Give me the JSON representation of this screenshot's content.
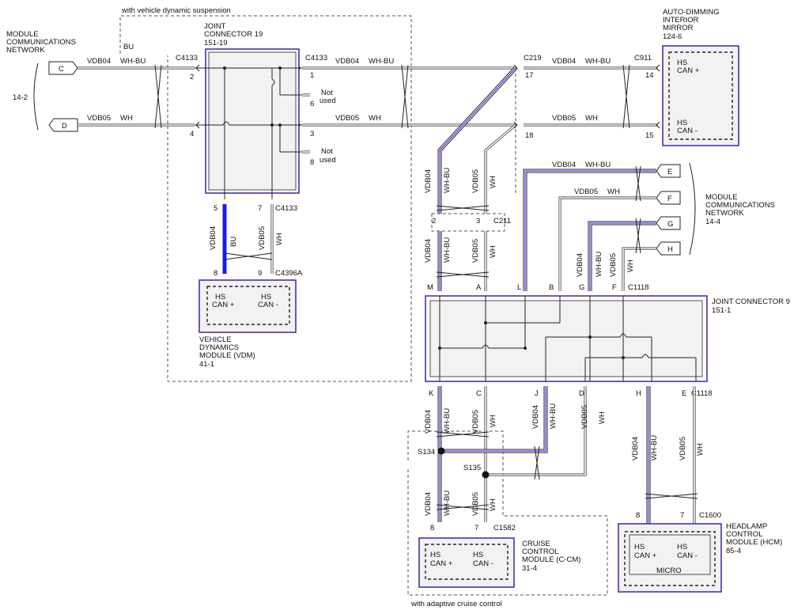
{
  "labels": {
    "with_vds": "with vehicle dynamic suspension",
    "with_acc": "with adaptive cruise control",
    "mcn_left": [
      "MODULE",
      "COMMUNICATIONS",
      "NETWORK"
    ],
    "mcn_left_ref": "14-2",
    "mcn_right": [
      "MODULE",
      "COMMUNICATIONS",
      "NETWORK"
    ],
    "mcn_right_ref": "14-4",
    "bu_tag": "BU"
  },
  "components": {
    "jc19": {
      "name": [
        "JOINT",
        "CONNECTOR 19"
      ],
      "ref": "151-19"
    },
    "jc9": {
      "name": [
        "JOINT CONNECTOR 9"
      ],
      "ref": "151-1"
    },
    "mirror": {
      "name": [
        "AUTO-DIMMING",
        "INTERIOR",
        "MIRROR"
      ],
      "ref": "124-6",
      "pins": [
        "HS",
        "CAN +",
        "HS",
        "CAN -"
      ]
    },
    "vdm": {
      "name": [
        "VEHICLE",
        "DYNAMICS",
        "MODULE (VDM)"
      ],
      "ref": "41-1",
      "pins": [
        "HS",
        "CAN +",
        "HS",
        "CAN -"
      ]
    },
    "ccm": {
      "name": [
        "CRUISE",
        "CONTROL",
        "MODULE (C-CM)"
      ],
      "ref": "31-4",
      "pins": [
        "HS",
        "CAN +",
        "HS",
        "CAN -"
      ]
    },
    "hcm": {
      "name": [
        "HEADLAMP",
        "CONTROL",
        "MODULE (HCM)"
      ],
      "ref": "85-4",
      "pins": [
        "HS",
        "CAN +",
        "HS",
        "CAN -"
      ],
      "micro": "MICRO"
    }
  },
  "connectors": {
    "c4133": "C4133",
    "c219": "C219",
    "c911": "C911",
    "c211": "C211",
    "c1118": "C1118",
    "c4396a": "C4396A",
    "c1582": "C1582",
    "c1600": "C1600",
    "s134": "S134",
    "s135": "S135"
  },
  "terminals": {
    "C": "C",
    "D": "D",
    "E": "E",
    "F": "F",
    "G": "G",
    "H": "H"
  },
  "circuits": {
    "vdb04": "VDB04",
    "vdb05": "VDB05",
    "whbu": "WH-BU",
    "wh": "WH",
    "bu": "BU"
  },
  "not_used": [
    "Not",
    "used"
  ],
  "pins": {
    "jc19_left": [
      "2",
      "4"
    ],
    "jc19_right": [
      "1",
      "6",
      "3",
      "8"
    ],
    "jc19_bottom": [
      "5",
      "7"
    ],
    "vdm": [
      "8",
      "9"
    ],
    "c219": [
      "17",
      "18"
    ],
    "c911": [
      "14",
      "15"
    ],
    "c211": [
      "2",
      "3"
    ],
    "jc9_top": [
      "M",
      "A",
      "L",
      "B",
      "G",
      "F"
    ],
    "jc9_bottom": [
      "K",
      "C",
      "J",
      "D",
      "H",
      "E"
    ],
    "ccm": [
      "8",
      "7"
    ],
    "hcm": [
      "8",
      "7"
    ]
  }
}
